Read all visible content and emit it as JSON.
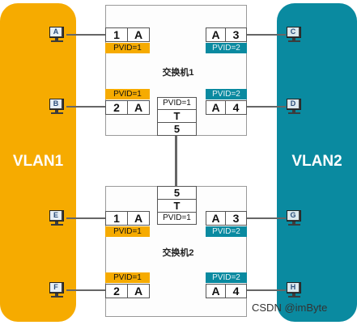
{
  "vlans": {
    "left": "VLAN1",
    "right": "VLAN2",
    "left_color": "#f6ab00",
    "right_color": "#0a8aa0"
  },
  "switch1": {
    "name": "交换机1",
    "port_a": {
      "num": "1",
      "tag": "A",
      "pvid": "PVID=1"
    },
    "port_b": {
      "num": "2",
      "tag": "A",
      "pvid": "PVID=1"
    },
    "port_c": {
      "tag": "A",
      "num": "3",
      "pvid": "PVID=2"
    },
    "port_d": {
      "tag": "A",
      "num": "4",
      "pvid": "PVID=2"
    },
    "trunk": {
      "pvid": "PVID=1",
      "mode": "T",
      "num": "5"
    }
  },
  "switch2": {
    "name": "交换机2",
    "port_e": {
      "num": "1",
      "tag": "A",
      "pvid": "PVID=1"
    },
    "port_f": {
      "num": "2",
      "tag": "A",
      "pvid": "PVID=1"
    },
    "port_g": {
      "tag": "A",
      "num": "3",
      "pvid": "PVID=2"
    },
    "port_h": {
      "tag": "A",
      "num": "4",
      "pvid": "PVID=2"
    },
    "trunk": {
      "num": "5",
      "mode": "T",
      "pvid": "PVID=1"
    }
  },
  "hosts": {
    "a": "A",
    "b": "B",
    "c": "C",
    "d": "D",
    "e": "E",
    "f": "F",
    "g": "G",
    "h": "H"
  },
  "watermark": "CSDN @imByte"
}
